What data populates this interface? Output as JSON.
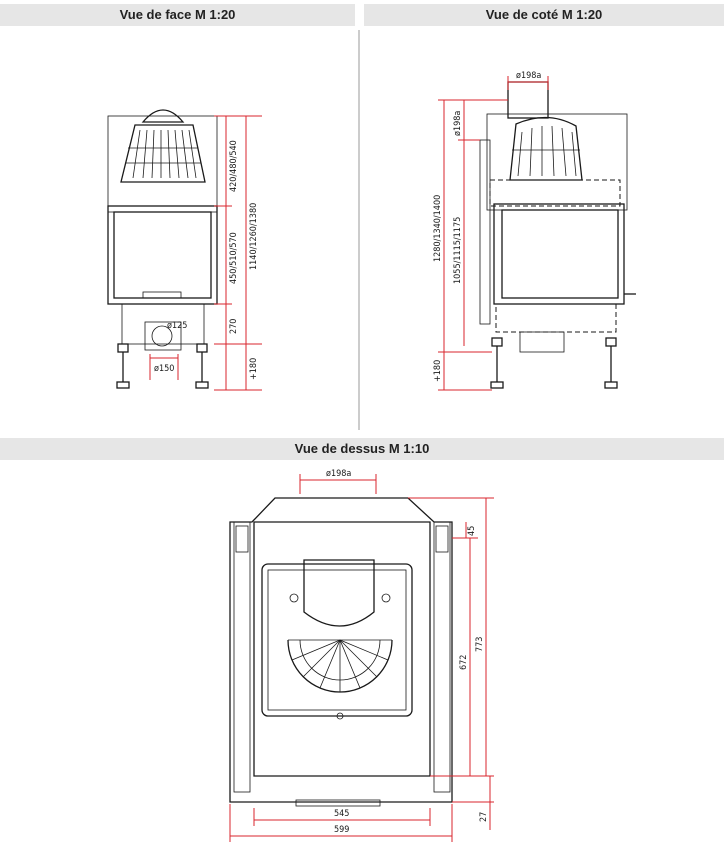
{
  "headers": {
    "front": "Vue de face M 1:20",
    "side": "Vue de coté M 1:20",
    "top": "Vue de dessus M 1:10"
  },
  "front_view": {
    "dim_top": "420/480/540",
    "dim_glass": "450/510/570",
    "dim_total": "1140/1260/1380",
    "dim_base": "270",
    "dim_legs": "+180",
    "flue_small": "ø125",
    "flue_pipe": "ø150"
  },
  "side_view": {
    "flue_top": "ø198a",
    "flue_side": "ø198a",
    "dim_total": "1280/1340/1400",
    "dim_mid": "1055/1115/1175",
    "dim_legs": "+180"
  },
  "top_view": {
    "flue": "ø198a",
    "dim_45": "45",
    "dim_672": "672",
    "dim_773": "773",
    "dim_27": "27",
    "dim_545": "545",
    "dim_599": "599"
  }
}
